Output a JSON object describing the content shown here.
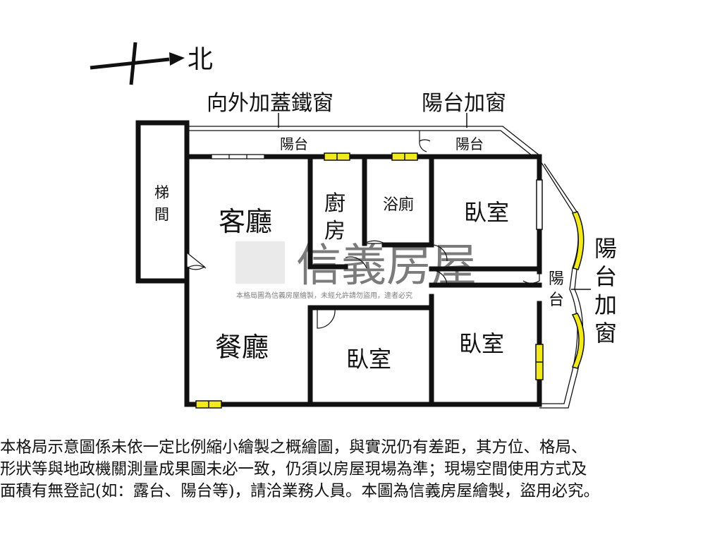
{
  "compass": {
    "north_label": "北"
  },
  "annotations": {
    "outer_iron_window": "向外加蓋鐵窗",
    "balcony_window_top": "陽台加窗",
    "balcony_window_side": [
      "陽",
      "台",
      "加",
      "窗"
    ]
  },
  "rooms": {
    "stairwell": [
      "梯",
      "間"
    ],
    "balcony_left": "陽台",
    "balcony_right": "陽台",
    "living_room": "客廳",
    "kitchen": [
      "廚",
      "房"
    ],
    "bathroom": "浴廁",
    "bedroom_ne": "臥室",
    "dining_room": "餐廳",
    "bedroom_center": "臥室",
    "bedroom_se": "臥室",
    "balcony_small": [
      "陽",
      "台"
    ]
  },
  "watermark": {
    "brand": "信義房屋",
    "notice": "本格局圖為信義房屋繪製，未經允許請勿盜用，違者必究"
  },
  "disclaimer": [
    "本格局示意圖係未依一定比例縮小繪製之概繪圖，與實況仍有差距，其方位、格局、",
    "形狀等與地政機關測量成果圖未必一致，仍須以房屋現場為準；現場空間使用方式及",
    "面積有無登記(如：露台、陽台等)，請洽業務人員。本圖為信義房屋繪製，盜用必究。"
  ],
  "colors": {
    "wall": "#111111",
    "window": "#f2ea1c",
    "watermark": "#d9d9d9"
  }
}
